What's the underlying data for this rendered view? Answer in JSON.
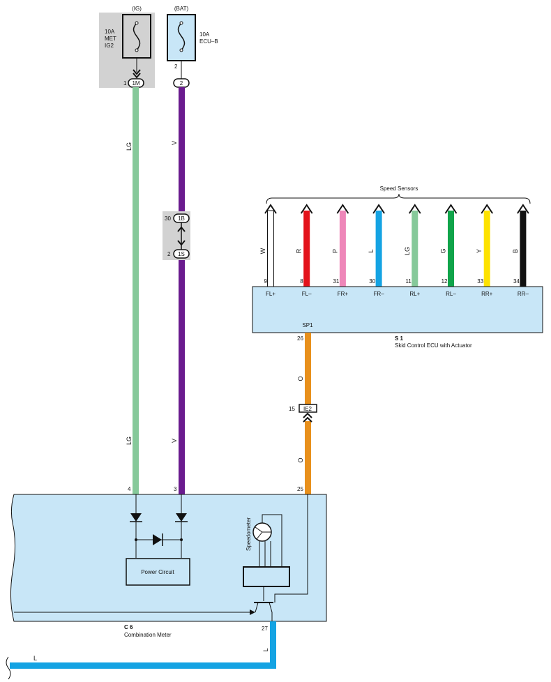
{
  "fuses": {
    "ig": {
      "source": "(IG)",
      "rating": "10A",
      "name_line1": "MET",
      "name_line2": "IG2"
    },
    "bat": {
      "source": "(BAT)",
      "rating": "10A",
      "name": "ECU–B"
    }
  },
  "connectors": {
    "c1m": {
      "pin": "1",
      "label": "1M"
    },
    "c2": {
      "pin": "2",
      "label": "2"
    },
    "bat_pin": "2",
    "c1b": {
      "pin": "30",
      "label": "1B"
    },
    "c1s": {
      "pin": "2",
      "label": "1S"
    },
    "ie2": {
      "pin": "15",
      "label": "IE2"
    }
  },
  "wires": {
    "lg_top": "LG",
    "lg_bottom": "LG",
    "v_top": "V",
    "v_bottom": "V",
    "o_top": "O",
    "o_bottom": "O",
    "l_vertical": "L",
    "l_horizontal": "L"
  },
  "speed_sensors": {
    "title": "Speed Sensors",
    "items": [
      {
        "color_label": "W",
        "pin": "9",
        "terminal": "FL+",
        "color": "#ffffff"
      },
      {
        "color_label": "R",
        "pin": "8",
        "terminal": "FL–",
        "color": "#e3131b"
      },
      {
        "color_label": "P",
        "pin": "31",
        "terminal": "FR+",
        "color": "#ee87b9"
      },
      {
        "color_label": "L",
        "pin": "30",
        "terminal": "FR–",
        "color": "#14a3e3"
      },
      {
        "color_label": "LG",
        "pin": "11",
        "terminal": "RL+",
        "color": "#86c99a"
      },
      {
        "color_label": "G",
        "pin": "12",
        "terminal": "RL–",
        "color": "#10a44a"
      },
      {
        "color_label": "Y",
        "pin": "33",
        "terminal": "RR+",
        "color": "#fde200"
      },
      {
        "color_label": "B",
        "pin": "34",
        "terminal": "RR–",
        "color": "#111111"
      }
    ]
  },
  "ecu": {
    "sp1_terminal": "SP1",
    "sp1_pin": "26",
    "code": "S 1",
    "name": "Skid Control ECU with Actuator"
  },
  "meter": {
    "pin_lg": "4",
    "pin_v": "3",
    "pin_o": "25",
    "pin_l": "27",
    "power_circuit": "Power Circuit",
    "speedometer": "Speedometer",
    "code": "C 6",
    "name": "Combination Meter"
  },
  "colors": {
    "lg": "#86c99a",
    "v": "#6a1b8e",
    "o": "#e8901c",
    "l": "#14a3e3",
    "ecu_fill": "#c8e6f7",
    "gray_box": "#d2d2d2"
  }
}
